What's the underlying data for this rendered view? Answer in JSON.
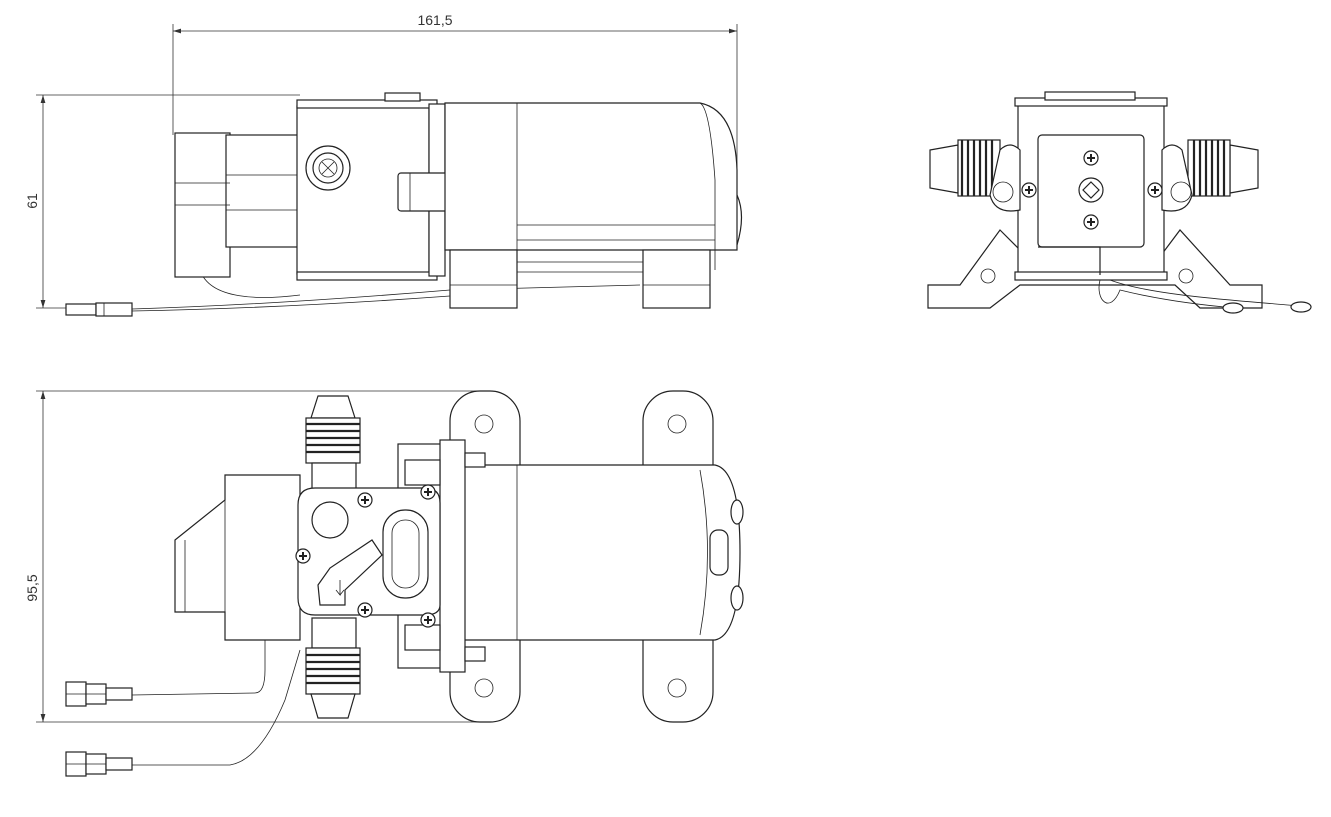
{
  "dimensions": {
    "overall_length": "161,5",
    "height": "61",
    "width": "95,5"
  },
  "views": [
    "side-view",
    "end-view",
    "top-view"
  ],
  "colors": {
    "line": "#222222",
    "background": "#ffffff"
  }
}
